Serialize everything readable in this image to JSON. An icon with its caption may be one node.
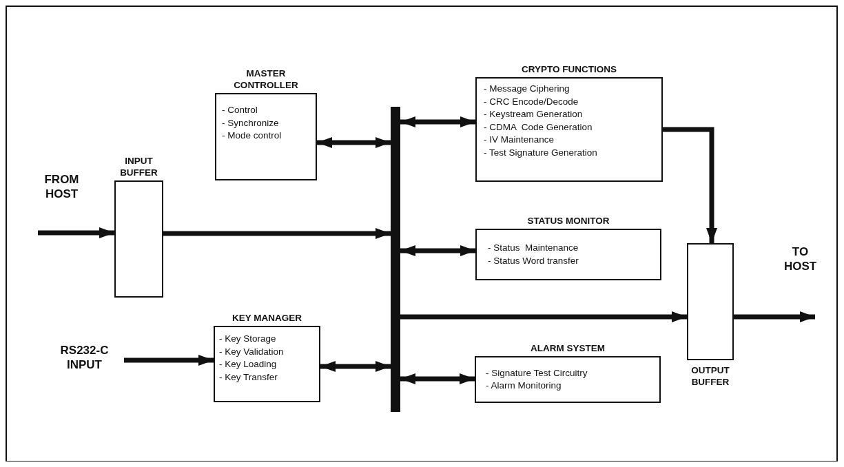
{
  "diagram": {
    "nodes": [
      {
        "text": [
          "INPUT BUFFER"
        ]
      },
      {
        "text": [
          "MASTER CONTROLLER",
          "- Control",
          "- Synchronize",
          "- Mode control"
        ]
      },
      {
        "text": [
          "KEY MANAGER",
          "- Key Storage",
          "- Key Validation",
          "- Key Loading",
          "- Key Transfer"
        ]
      },
      {
        "text": [
          "RS232-C INPUT"
        ]
      },
      {
        "text": [],
        "shape": "bar"
      },
      {
        "text": [
          "CRYPTO FUNCTIONS",
          "- Message Ciphering",
          "- CRC Encode/Decode",
          "- Keystream Generation",
          "- CDMA  Code Generation",
          "- IV Maintenance",
          "- Test Signature Generation"
        ]
      },
      {
        "text": [
          "STATUS MONITOR",
          "- Status  Maintenance",
          "- Status Word transfer"
        ]
      },
      {
        "text": [
          "ALARM SYSTEM",
          "- Signature Test Circuitry",
          "- Alarm Monitoring"
        ]
      },
      {
        "text": [
          "OUTPUT BUFFER"
        ]
      }
    ],
    "edges": [
      {
        "from": null,
        "to": 0,
        "arrow": "to"
      },
      {
        "from": 0,
        "to": 4,
        "arrow": "to"
      },
      {
        "from": 1,
        "to": 4,
        "arrow": "both"
      },
      {
        "from": 3,
        "to": 2,
        "arrow": "to"
      },
      {
        "from": 2,
        "to": 4,
        "arrow": "both"
      },
      {
        "from": 4,
        "to": 5,
        "arrow": "both"
      },
      {
        "from": 4,
        "to": 6,
        "arrow": "both"
      },
      {
        "from": 4,
        "to": 8,
        "arrow": "to"
      },
      {
        "from": 4,
        "to": 7,
        "arrow": "both"
      },
      {
        "from": 5,
        "to": 8,
        "arrow": "to"
      },
      {
        "from": 8,
        "to": null,
        "arrow": "to"
      }
    ],
    "labels": [
      "FROM HOST",
      "TO HOST"
    ]
  }
}
